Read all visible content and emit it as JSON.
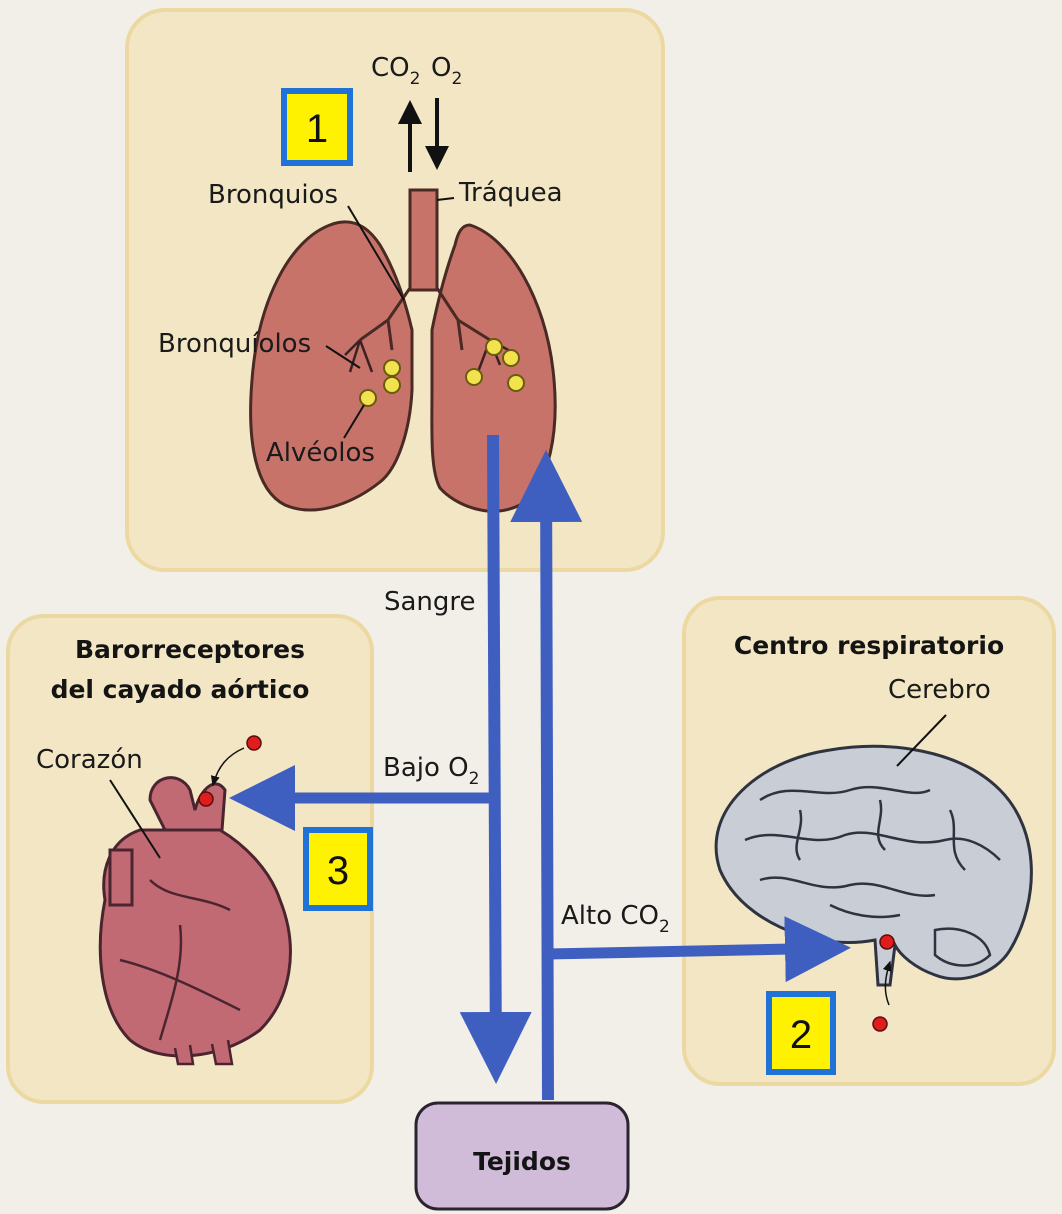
{
  "labels": {
    "co2": "CO",
    "o2": "O",
    "subscript": "2",
    "bronquios": "Bronquios",
    "traquea": "Tráquea",
    "bronquiolos": "Bronquíolos",
    "alveolos": "Alvéolos",
    "sangre": "Sangre",
    "baro_line1": "Barorreceptores",
    "baro_line2": "del cayado aórtico",
    "corazon": "Corazón",
    "bajo_o2": "Bajo O",
    "centro": "Centro respiratorio",
    "cerebro": "Cerebro",
    "alto_co2": "Alto CO",
    "tejidos": "Tejidos"
  },
  "markers": [
    "1",
    "2",
    "3"
  ],
  "colors": {
    "panel": "#f2e6c4",
    "panel_border": "#ecd9a2",
    "lung": "#c8736a",
    "heart": "#c26a74",
    "brain": "#c9cdd5",
    "alveolus": "#f2e24e",
    "receptor": "#e01d1d",
    "blue_arrow": "#3e5fc0",
    "marker_fill": "#fff200",
    "marker_border": "#1f73d6",
    "tejidos_box": "#d0bcd9"
  }
}
